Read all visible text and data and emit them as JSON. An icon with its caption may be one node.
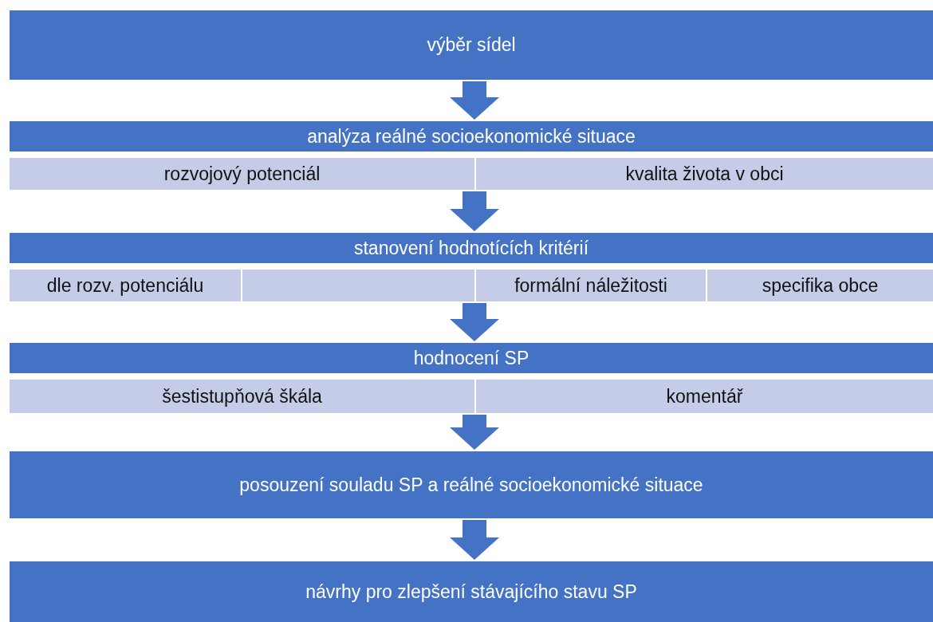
{
  "diagram": {
    "nodes": [
      {
        "text": [
          "výběr sídel"
        ]
      },
      {
        "text": [
          "analýza reálné socioekonomické situace"
        ]
      },
      {
        "text": [
          "rozvojový potenciál"
        ],
        "in": 1
      },
      {
        "text": [
          "kvalita života v obci"
        ],
        "in": 1
      },
      {
        "text": [
          "stanovení hodnotících kritérií"
        ]
      },
      {
        "text": [
          "dle rozv. potenciálu"
        ],
        "in": 4
      },
      {
        "text": [],
        "shape": "box",
        "in": 4
      },
      {
        "text": [
          "formální náležitosti"
        ],
        "in": 4
      },
      {
        "text": [
          "specifika obce"
        ],
        "in": 4
      },
      {
        "text": [
          "hodnocení SP"
        ]
      },
      {
        "text": [
          "šestistupňová škála"
        ],
        "in": 9
      },
      {
        "text": [
          "komentář"
        ],
        "in": 9
      },
      {
        "text": [
          "posouzení souladu SP a reálné socioekonomické situace"
        ]
      },
      {
        "text": [
          "návrhy pro zlepšení stávajícího stavu SP"
        ]
      }
    ],
    "edges": [
      {
        "from": 0,
        "to": 1,
        "arrow": "to"
      },
      {
        "from": 1,
        "to": 4,
        "arrow": "to"
      },
      {
        "from": 4,
        "to": 9,
        "arrow": "to"
      },
      {
        "from": 9,
        "to": 12,
        "arrow": "to"
      },
      {
        "from": 12,
        "to": 13,
        "arrow": "to"
      }
    ]
  }
}
